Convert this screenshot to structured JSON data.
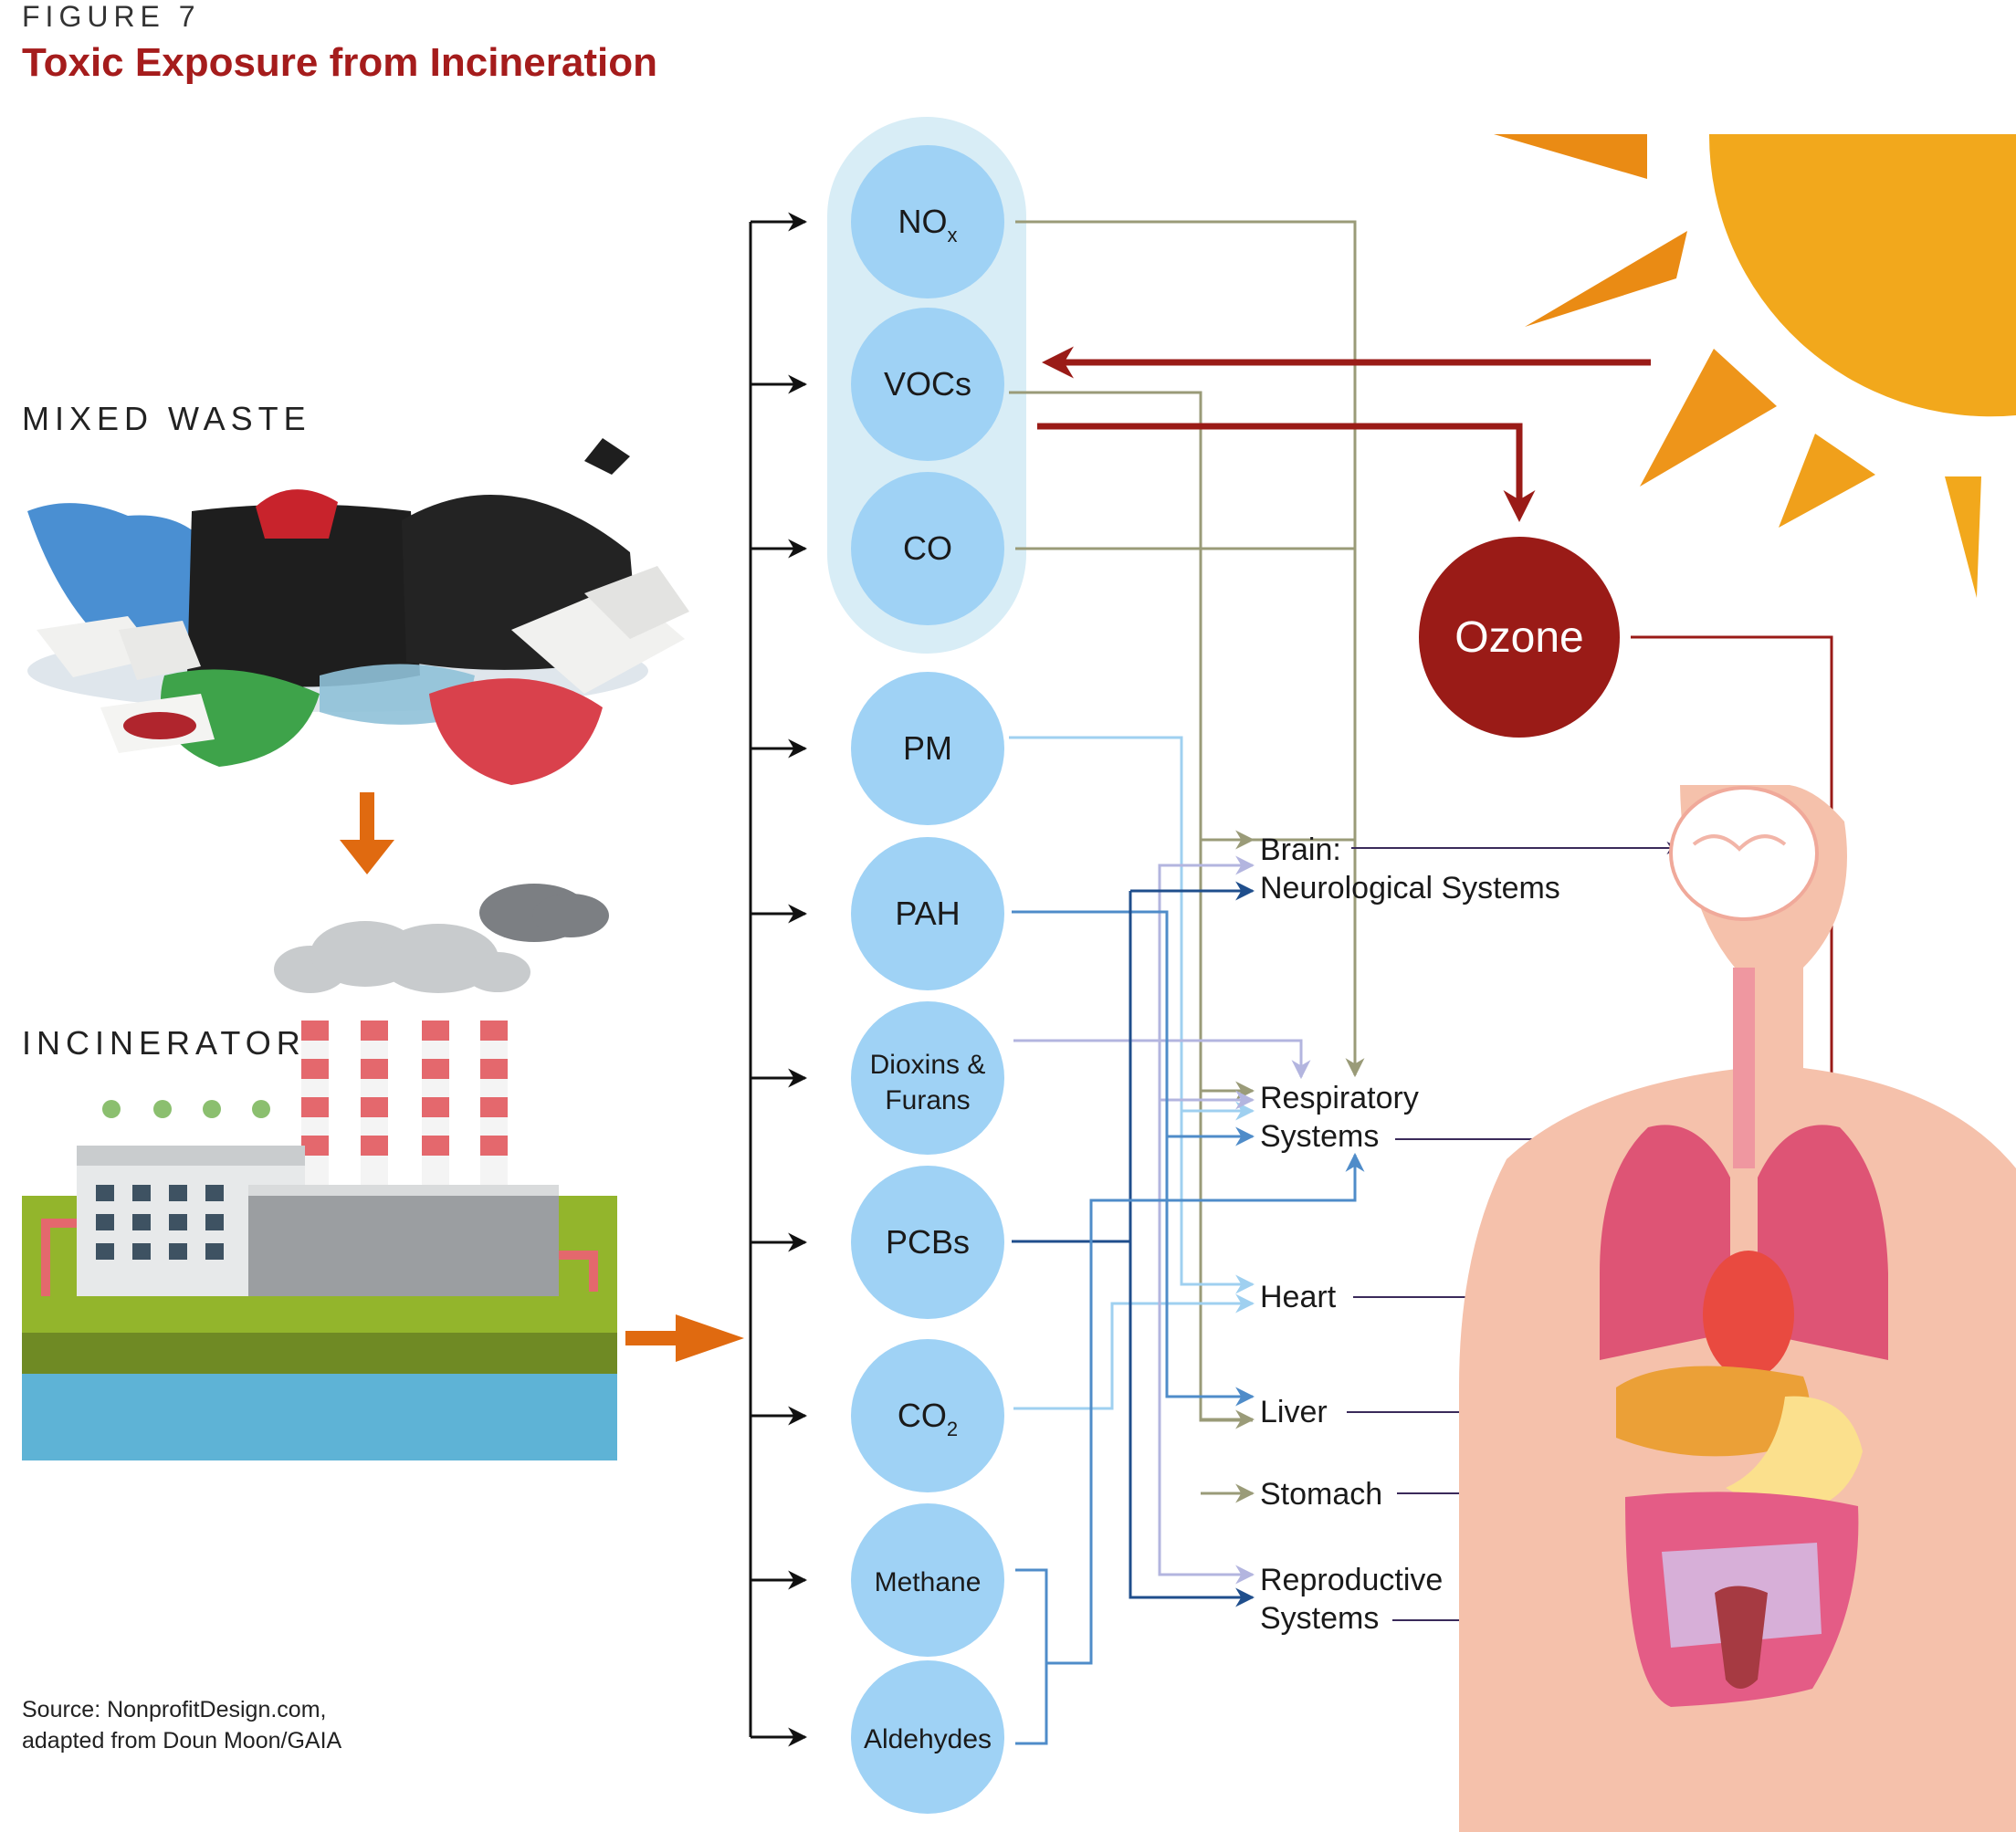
{
  "figure": {
    "label": "FIGURE 7",
    "title": "Toxic Exposure from Incineration"
  },
  "sections": {
    "mixed_waste": "MIXED WASTE",
    "incinerator": "INCINERATOR"
  },
  "source": {
    "line1": "Source: NonprofitDesign.com,",
    "line2": "adapted from Doun Moon/GAIA"
  },
  "pollutants": [
    {
      "id": "nox",
      "base": "NO",
      "sub": "x"
    },
    {
      "id": "vocs",
      "base": "VOCs",
      "sub": ""
    },
    {
      "id": "co",
      "base": "CO",
      "sub": ""
    },
    {
      "id": "pm",
      "base": "PM",
      "sub": ""
    },
    {
      "id": "pah",
      "base": "PAH",
      "sub": ""
    },
    {
      "id": "dioxins",
      "base": "Dioxins &",
      "line2": "Furans",
      "sub": ""
    },
    {
      "id": "pcbs",
      "base": "PCBs",
      "sub": ""
    },
    {
      "id": "co2",
      "base": "CO",
      "sub": "2"
    },
    {
      "id": "methane",
      "base": "Methane",
      "sub": ""
    },
    {
      "id": "aldehydes",
      "base": "Aldehydes",
      "sub": ""
    }
  ],
  "ozone": "Ozone",
  "organs": [
    {
      "id": "brain",
      "line1": "Brain:",
      "line2": "Neurological Systems"
    },
    {
      "id": "respiratory",
      "line1": "Respiratory",
      "line2": "Systems"
    },
    {
      "id": "heart",
      "line1": "Heart",
      "line2": ""
    },
    {
      "id": "liver",
      "line1": "Liver",
      "line2": ""
    },
    {
      "id": "stomach",
      "line1": "Stomach",
      "line2": ""
    },
    {
      "id": "reproductive",
      "line1": "Reproductive",
      "line2": "Systems"
    }
  ],
  "colors": {
    "title_red": "#a51c1c",
    "circle_blue": "#9fd2f5",
    "group_bg": "#d8edf6",
    "olive_line": "#9a9b78",
    "light_blue_line": "#9fd0f0",
    "mid_blue_line": "#4f8cc9",
    "dark_blue_line": "#1f4e8c",
    "lavender_line": "#b3b5df",
    "ozone_red": "#9a1b17",
    "sun_orange": "#f2a81c",
    "arrow_orange": "#e06a10",
    "body_skin": "#f5c1ab"
  },
  "icons": [
    "garbage-bags-icon",
    "incinerator-factory-icon",
    "smoke-cloud-icon",
    "sun-icon",
    "human-body-icon"
  ]
}
